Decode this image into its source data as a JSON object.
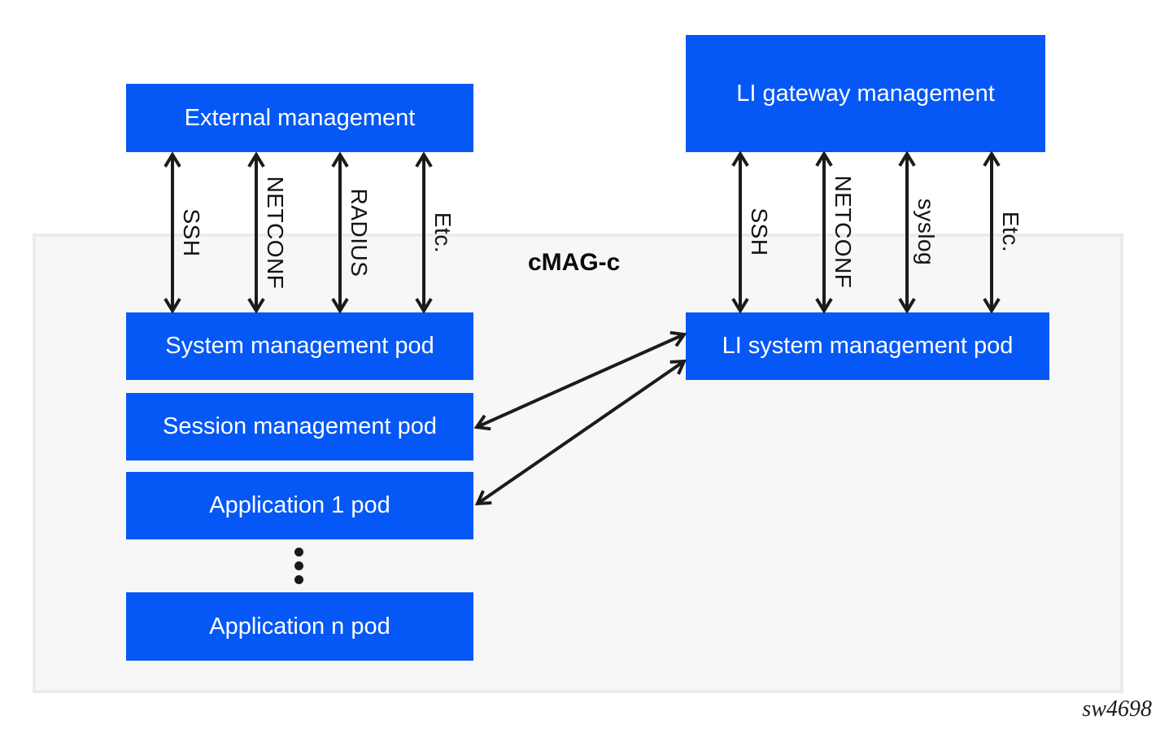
{
  "colors": {
    "box_blue": "#0558f5",
    "box_text": "#ffffff",
    "container_fill": "#f7f7f8",
    "container_border": "#ebebeb",
    "arrow_color": "#1b1b1b",
    "label_color": "#141414"
  },
  "container": {
    "label": "cMAG-c"
  },
  "boxes": {
    "external_management": "External management",
    "li_gateway_management": "LI gateway management",
    "li_system_management_pod": "LI system management pod",
    "pods": [
      {
        "label": "System management pod"
      },
      {
        "label": "Session management pod"
      },
      {
        "label": "Application 1 pod"
      },
      {
        "label": "Application n pod"
      }
    ]
  },
  "left_links": [
    {
      "label": "SSH"
    },
    {
      "label": "NETCONF"
    },
    {
      "label": "RADIUS"
    },
    {
      "label": "Etc."
    }
  ],
  "right_links": [
    {
      "label": "SSH"
    },
    {
      "label": "NETCONF"
    },
    {
      "label": "syslog"
    },
    {
      "label": "Etc."
    }
  ],
  "watermark": "sw4698"
}
